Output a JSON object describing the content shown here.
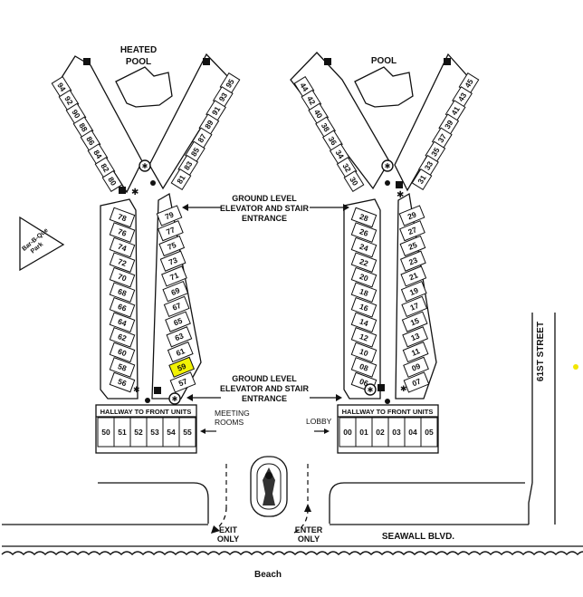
{
  "labels": {
    "heated_pool_line1": "HEATED",
    "heated_pool_line2": "POOL",
    "pool": "POOL",
    "bbq_line1": "Bar-B-Que",
    "bbq_line2": "Park",
    "elevator_top_line1": "GROUND LEVEL",
    "elevator_top_line2": "ELEVATOR AND STAIR",
    "elevator_top_line3": "ENTRANCE",
    "elevator_bottom_line1": "GROUND LEVEL",
    "elevator_bottom_line2": "ELEVATOR AND STAIR",
    "elevator_bottom_line3": "ENTRANCE",
    "hallway_left": "HALLWAY TO FRONT UNITS",
    "hallway_right": "HALLWAY TO FRONT UNITS",
    "meeting_line1": "MEETING",
    "meeting_line2": "ROOMS",
    "lobby": "LOBBY",
    "exit_line1": "EXIT",
    "exit_line2": "ONLY",
    "enter_line1": "ENTER",
    "enter_line2": "ONLY",
    "street": "61ST STREET",
    "seawall": "SEAWALL BLVD.",
    "beach": "Beach"
  },
  "highlighted_unit": "59",
  "highlight_color": "#f2f205",
  "units": {
    "left_wing_left_outer": [
      "94",
      "92",
      "90",
      "88",
      "86",
      "84",
      "82",
      "80"
    ],
    "left_wing_right_outer": [
      "95",
      "93",
      "91",
      "89",
      "87",
      "85",
      "83",
      "81"
    ],
    "left_column_a": [
      "78",
      "76",
      "74",
      "72",
      "70",
      "68",
      "66",
      "64",
      "62",
      "60",
      "58",
      "56"
    ],
    "left_column_b": [
      "79",
      "77",
      "75",
      "73",
      "71",
      "69",
      "67",
      "65",
      "63",
      "61",
      "59",
      "57"
    ],
    "left_front": [
      "50",
      "51",
      "52",
      "53",
      "54",
      "55"
    ],
    "right_wing_left_outer": [
      "44",
      "42",
      "40",
      "38",
      "36",
      "34",
      "32",
      "30"
    ],
    "right_wing_right_outer": [
      "45",
      "43",
      "41",
      "39",
      "37",
      "35",
      "33",
      "31"
    ],
    "right_column_a": [
      "28",
      "26",
      "24",
      "22",
      "20",
      "18",
      "16",
      "14",
      "12",
      "10",
      "08",
      "06"
    ],
    "right_column_b": [
      "29",
      "27",
      "25",
      "23",
      "21",
      "19",
      "17",
      "15",
      "13",
      "11",
      "09",
      "07"
    ],
    "right_front": [
      "00",
      "01",
      "02",
      "03",
      "04",
      "05"
    ]
  }
}
